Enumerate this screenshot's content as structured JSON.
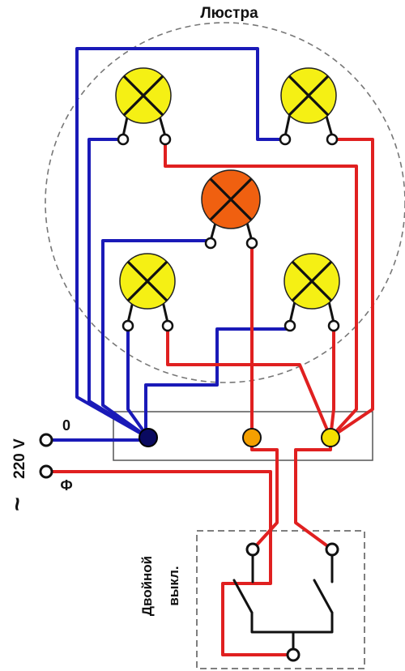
{
  "diagram": {
    "title": "Люстра",
    "neutral_label": "0",
    "phase_label": "Ф",
    "voltage_label": "220 V",
    "ac_symbol": "~",
    "switch_label_line1": "Двойной",
    "switch_label_line2": "выкл."
  },
  "colors": {
    "neutral_wire": "#1a1ab8",
    "phase_wire": "#e02020",
    "lamp_yellow": "#f5f014",
    "lamp_orange": "#f06010",
    "terminal_neutral": "#0a0a60",
    "terminal_orange": "#f5a000",
    "terminal_yellow": "#f5e000",
    "outline": "#111111"
  }
}
